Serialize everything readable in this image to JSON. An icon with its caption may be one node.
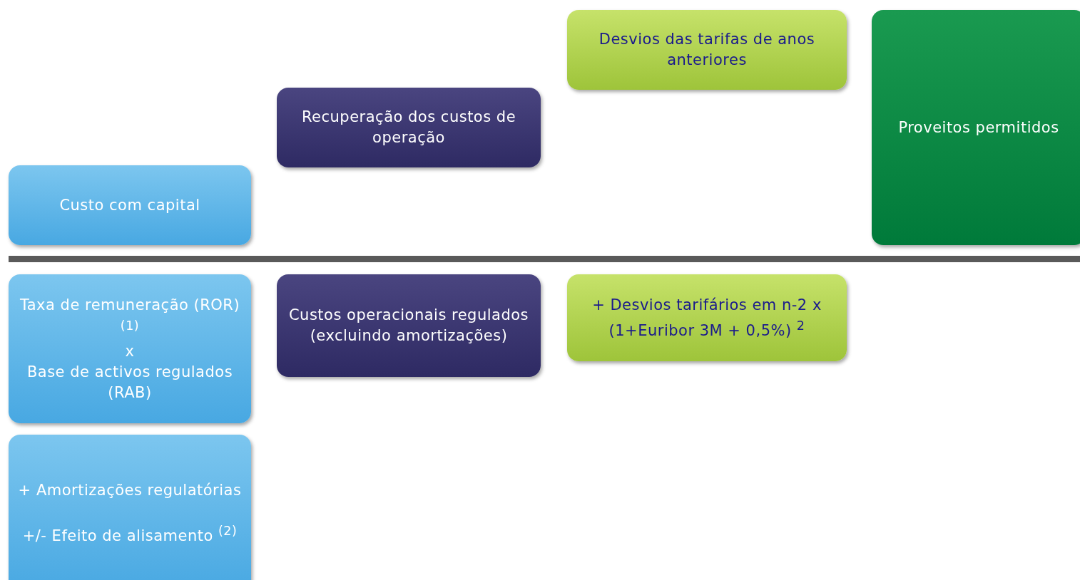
{
  "diagram": {
    "nodes": [
      {
        "text": [
          "Desvios das tarifas de anos anteriores"
        ]
      },
      {
        "text": [
          "Proveitos permitidos"
        ]
      },
      {
        "text": [
          "Recuperação dos custos de operação"
        ]
      },
      {
        "text": [
          "Custo com capital"
        ]
      },
      {
        "text": [
          "Taxa de remuneração (ROR) $^{(1)}$",
          "x",
          "Base de activos regulados (RAB)"
        ]
      },
      {
        "text": [
          "Custos operacionais regulados (excluindo amortizações)"
        ]
      },
      {
        "text": [
          "+ Desvios tarifários em n-2 x (1+Euribor 3M + 0,5%) $^{2}$"
        ]
      },
      {
        "text": [
          "+ Amortizações regulatórias",
          "+/- Efeito de alisamento $^{(2)}$"
        ]
      }
    ]
  }
}
